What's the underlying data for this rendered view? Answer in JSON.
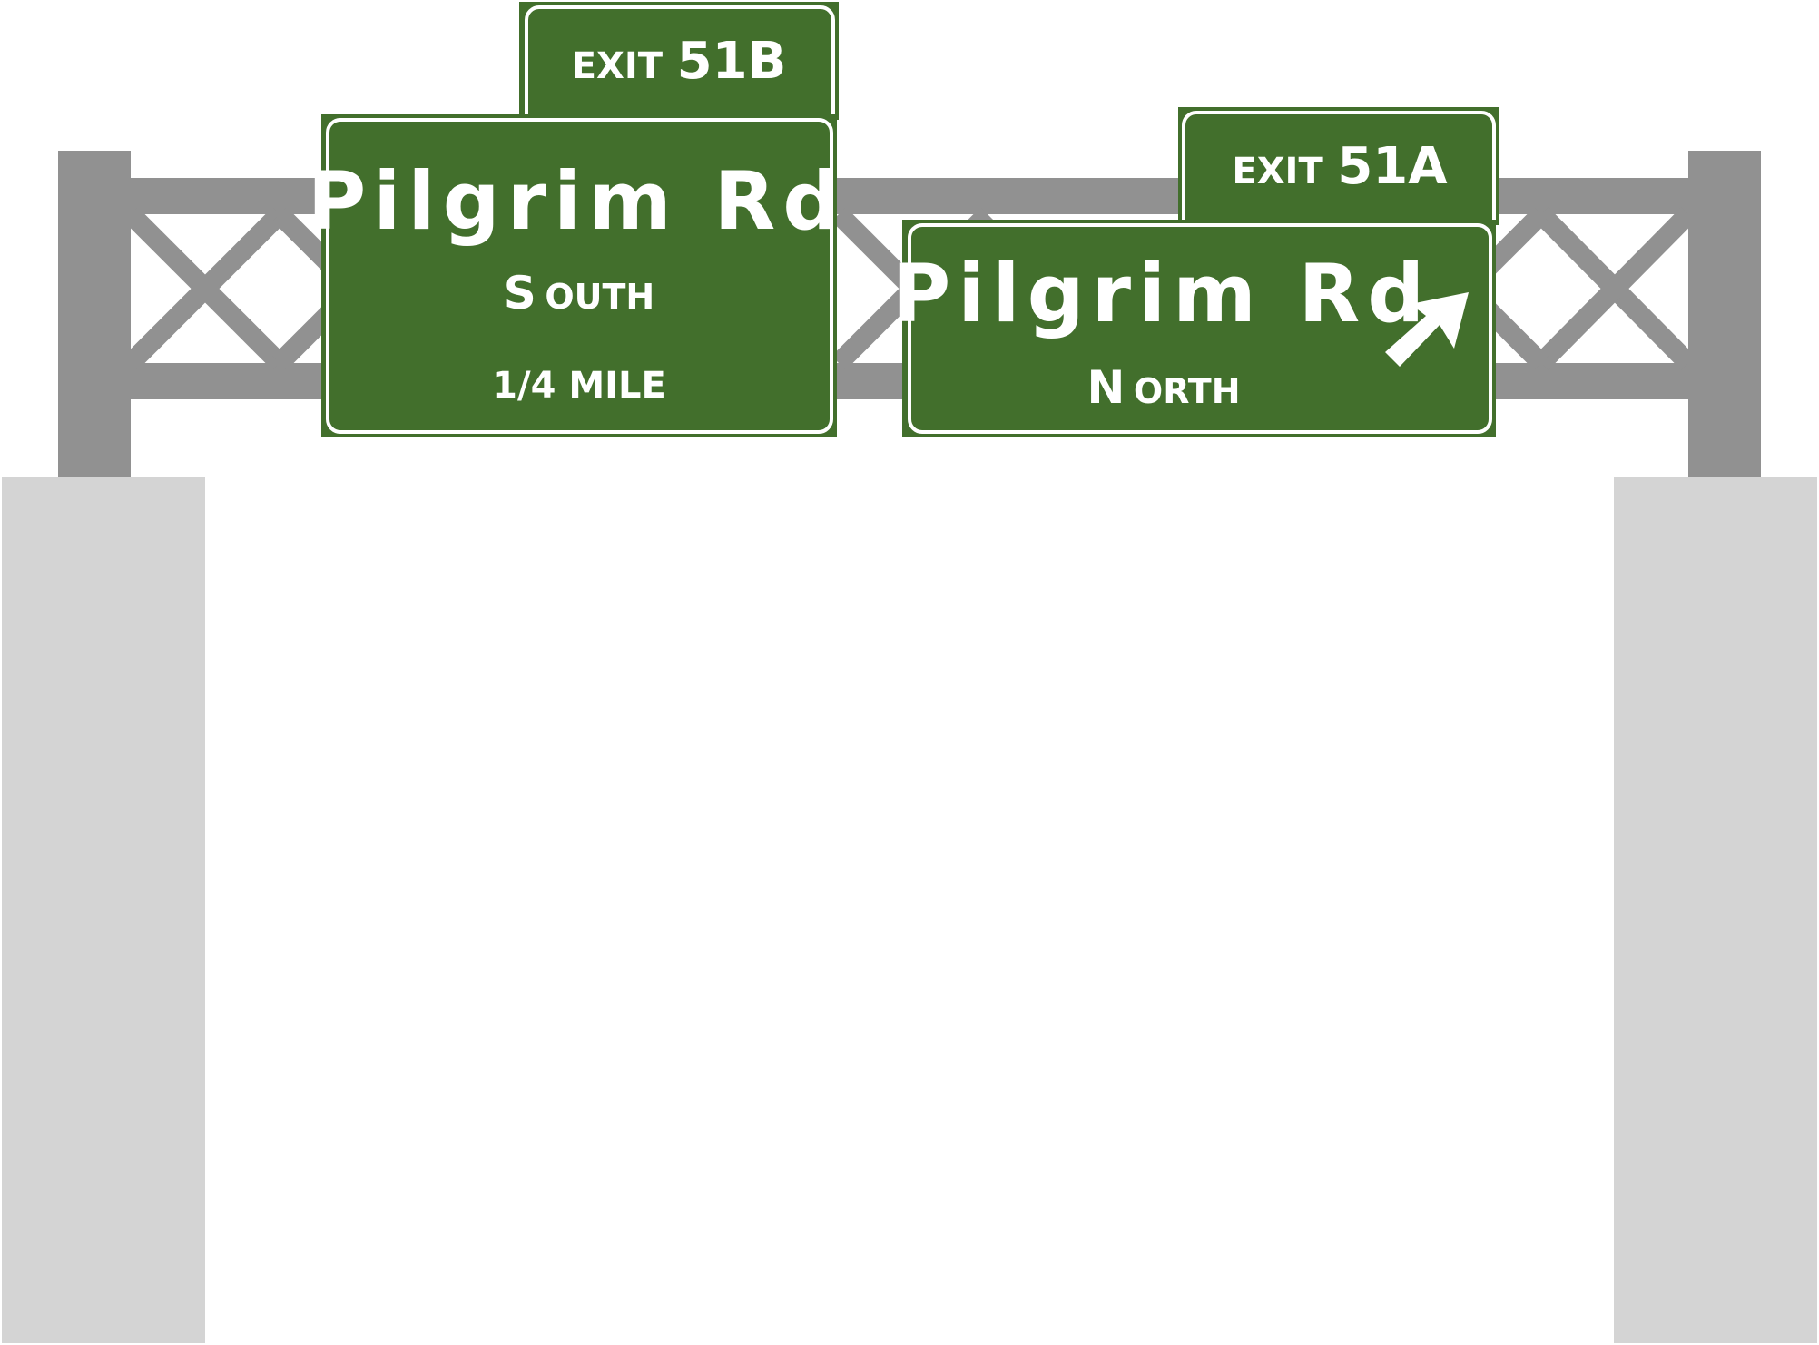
{
  "colors": {
    "sign_green": "#426f2c",
    "sign_border": "#ffffff",
    "structure_gray": "#919191",
    "support_gray": "#d4d4d4",
    "background": "#ffffff"
  },
  "signs": {
    "exit_51b": {
      "exit_word": "EXIT",
      "exit_number": "51B"
    },
    "south": {
      "road_name": "Pilgrim Rd",
      "direction_initial": "S",
      "direction_rest": "OUTH",
      "distance": "1/4 MILE"
    },
    "exit_51a": {
      "exit_word": "EXIT",
      "exit_number": "51A"
    },
    "north": {
      "road_name": "Pilgrim Rd",
      "direction_initial": "N",
      "direction_rest": "ORTH",
      "arrow_icon": "diagonal-up-right-arrow-icon"
    }
  }
}
